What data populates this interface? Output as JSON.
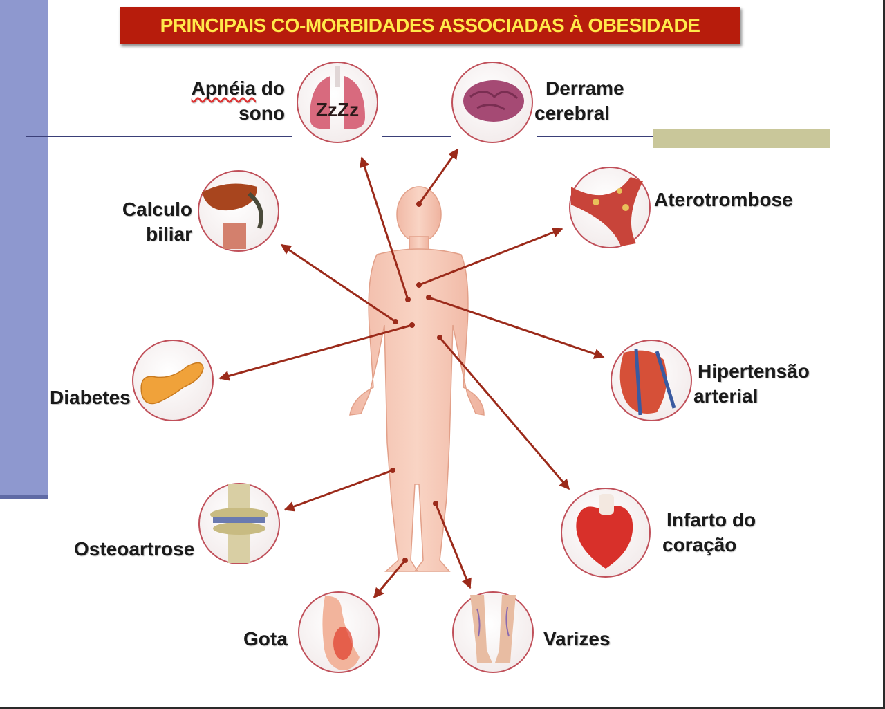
{
  "title": "PRINCIPAIS CO-MORBIDADES ASSOCIADAS À OBESIDADE",
  "labels": {
    "apneia_l1": "Apnéia",
    "apneia_l2": "do",
    "apneia_l3": "sono",
    "derrame_l1": "Derrame",
    "derrame_l2": "cerebral",
    "calculo_l1": "Calculo",
    "calculo_l2": "biliar",
    "aterotrombose": "Aterotrombose",
    "diabetes": "Diabetes",
    "hipertensao_l1": "Hipertensão",
    "hipertensao_l2": "arterial",
    "osteoartrose": "Osteoartrose",
    "infarto_l1": "Infarto do",
    "infarto_l2": "coração",
    "gota": "Gota",
    "varizes": "Varizes"
  },
  "colors": {
    "title_bg": "#b71c0c",
    "title_text": "#ffe94a",
    "arrow": "#9b2a1a",
    "body": "#f6c6b4",
    "circle_border": "#c0505a",
    "side_bar": "#8e98cf"
  },
  "icons": [
    "lungs-icon",
    "brain-icon",
    "liver-gallbladder-icon",
    "artery-icon",
    "pancreas-icon",
    "kidney-vessels-icon",
    "knee-joint-icon",
    "heart-icon",
    "foot-icon",
    "legs-icon",
    "human-body-icon"
  ]
}
